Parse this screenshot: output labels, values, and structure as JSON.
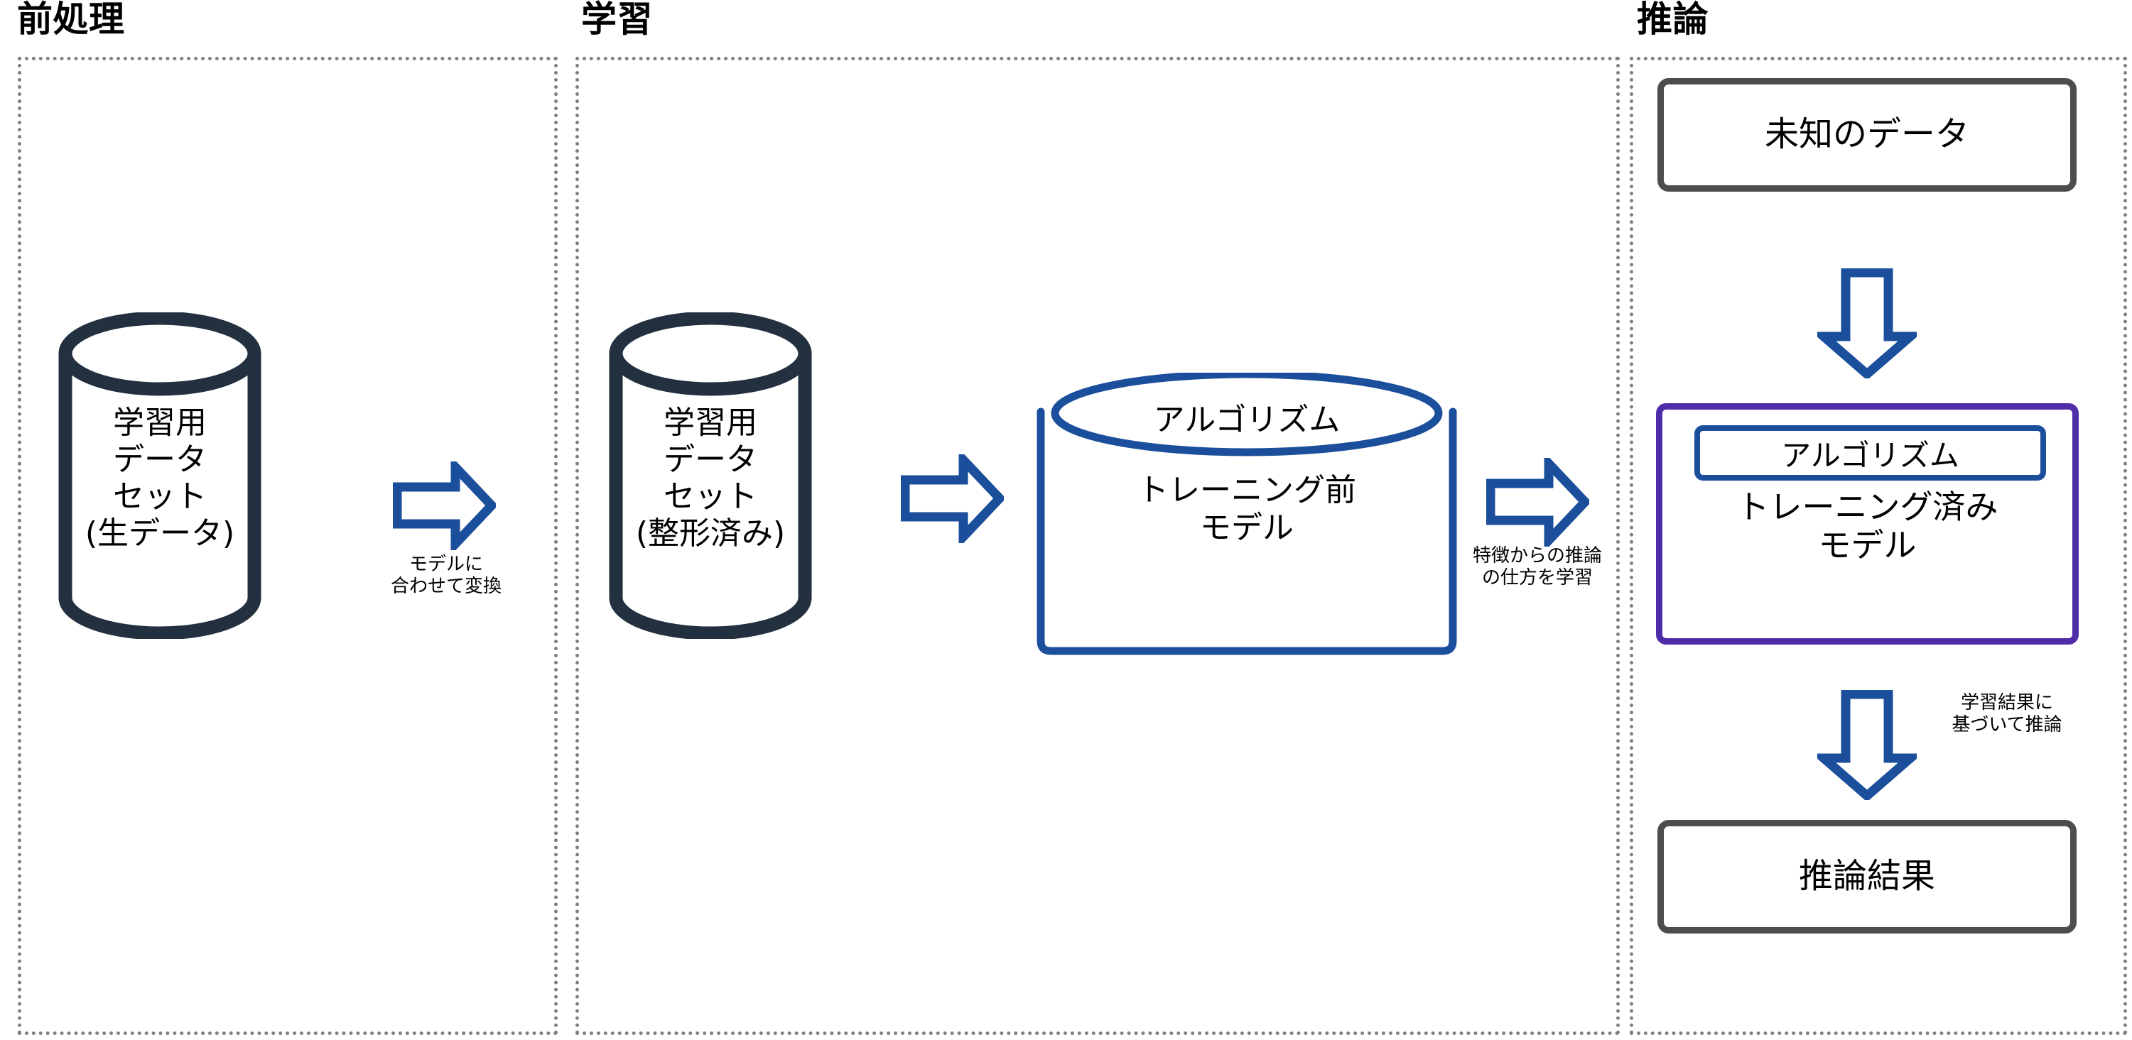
{
  "sections": [
    {
      "id": "preprocessing",
      "title": "前処理"
    },
    {
      "id": "training",
      "title": "学習"
    },
    {
      "id": "inference",
      "title": "推論"
    }
  ],
  "colors": {
    "cylinder_stroke": "#22303f",
    "arrow_blue": "#1b4f9c",
    "box_gray": "#4d4d4d",
    "box_purple": "#4f2da8",
    "panel_border": "#808080",
    "text": "#000000",
    "background": "#ffffff"
  },
  "nodes": {
    "raw_dataset": {
      "shape": "cylinder",
      "label": "学習用\nデータ\nセット\n(生データ)"
    },
    "clean_dataset": {
      "shape": "cylinder",
      "label": "学習用\nデータ\nセット\n(整形済み)"
    },
    "pretrained_model": {
      "shape": "can",
      "top_label": "アルゴリズム",
      "body_label": "トレーニング前\nモデル"
    },
    "unknown_data": {
      "shape": "rounded-rect",
      "label": "未知のデータ"
    },
    "trained_model": {
      "shape": "rounded-rect",
      "chip_label": "アルゴリズム",
      "label": "トレーニング済み\nモデル"
    },
    "inference_result": {
      "shape": "rounded-rect",
      "label": "推論結果"
    }
  },
  "arrows": {
    "transform": {
      "direction": "right",
      "caption": "モデルに\n合わせて変換"
    },
    "feed_training": {
      "direction": "right",
      "caption": ""
    },
    "learn_inference": {
      "direction": "right",
      "caption": "特徴からの推論\nの仕方を学習"
    },
    "apply_data": {
      "direction": "down",
      "caption": ""
    },
    "produce_result": {
      "direction": "down",
      "caption": "学習結果に\n基づいて推論"
    }
  }
}
